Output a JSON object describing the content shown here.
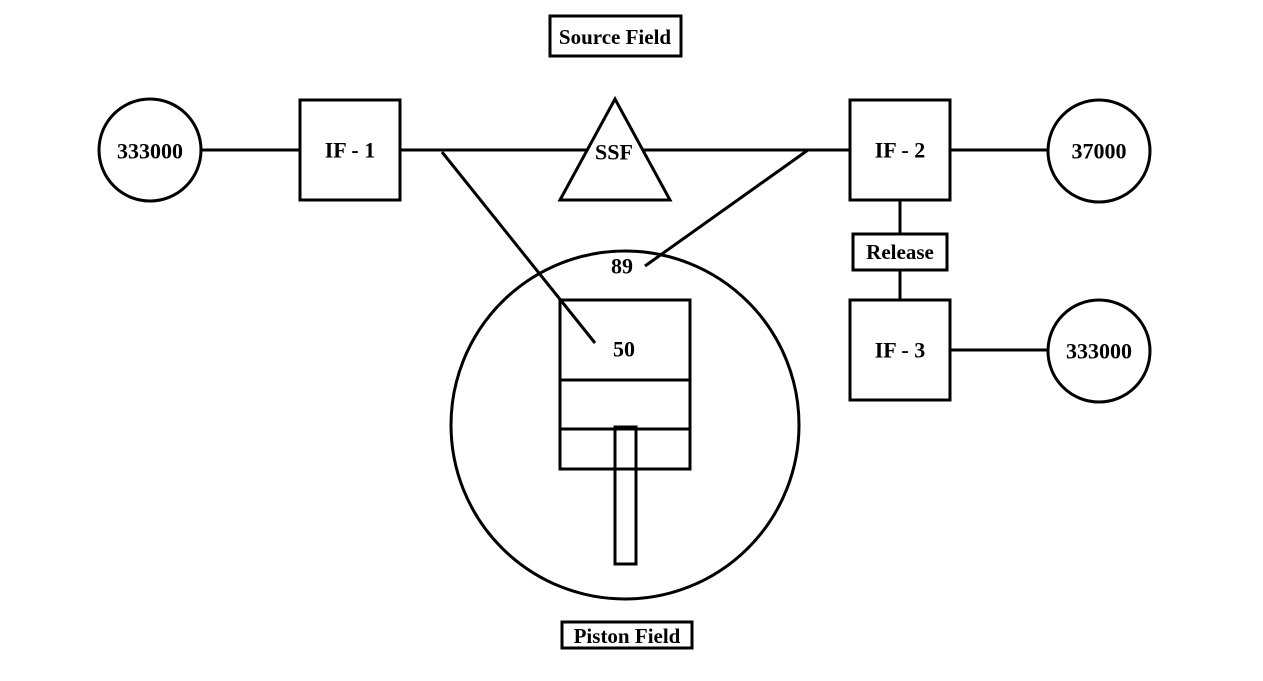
{
  "diagram": {
    "background_color": "#ffffff",
    "stroke_color": "#000000",
    "field_labels": {
      "source_field": "Source Field",
      "piston_field": "Piston Field"
    },
    "nodes": {
      "left_circle": {
        "label": "333000"
      },
      "if1": {
        "label": "IF - 1"
      },
      "ssf_triangle": {
        "label": "SSF"
      },
      "if2": {
        "label": "IF - 2"
      },
      "top_right_circle": {
        "label": "37000"
      },
      "release": {
        "label": "Release"
      },
      "if3": {
        "label": "IF - 3"
      },
      "bottom_right_circle": {
        "label": "333000"
      },
      "value_89": {
        "label": "89"
      },
      "value_50": {
        "label": "50"
      }
    }
  }
}
